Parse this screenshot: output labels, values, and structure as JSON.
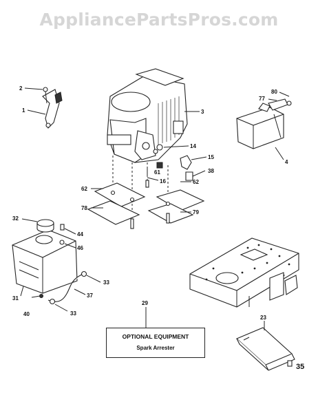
{
  "watermark": "AppliancePartsPros.com",
  "labels": {
    "p1": "1",
    "p2": "2",
    "p3": "3",
    "p4": "4",
    "p14": "14",
    "p15": "15",
    "p16": "16",
    "p23": "23",
    "p29": "29",
    "p31": "31",
    "p32": "32",
    "p33a": "33",
    "p33b": "33",
    "p35": "35",
    "p37": "37",
    "p38": "38",
    "p40": "40",
    "p44": "44",
    "p46": "46",
    "p61": "61",
    "p62a": "62",
    "p62b": "62",
    "p77": "77",
    "p78": "78",
    "p79": "79",
    "p80": "80"
  },
  "optional_box": {
    "title": "OPTIONAL EQUIPMENT",
    "subtitle": "Spark Arrester"
  }
}
